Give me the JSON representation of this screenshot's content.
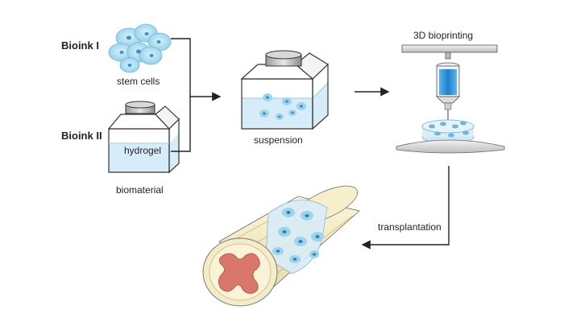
{
  "labels": {
    "bioink1": "Bioink I",
    "bioink2": "Bioink II",
    "stem_cells": "stem cells",
    "hydrogel": "hydrogel",
    "biomaterial": "biomaterial",
    "suspension": "suspension",
    "bioprinting": "3D  bioprinting",
    "transplantation": "transplantation"
  },
  "colors": {
    "cell_fill": "#a9d9ef",
    "cell_nucleus": "#3b8fc4",
    "liquid": "#d6ecf8",
    "nozzle_ink": "#2f8fd6",
    "nerve_outer": "#f3ecc8",
    "nerve_inner": "#d9786a"
  }
}
